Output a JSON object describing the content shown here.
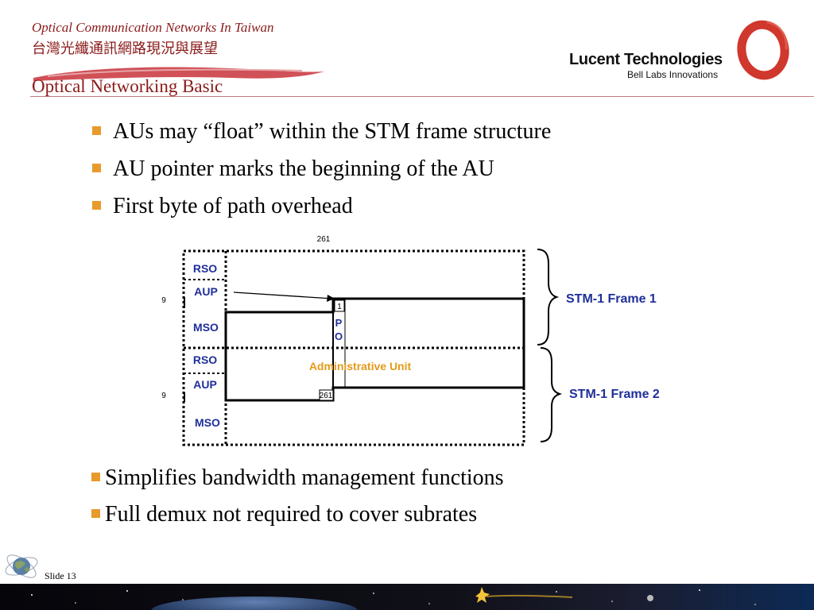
{
  "header": {
    "subtitle_en": "Optical Communication Networks In Taiwan",
    "subtitle_zh": "台灣光纖通訊網路現況與展望",
    "section_title": "Optical Networking Basic"
  },
  "logo": {
    "company": "Lucent Technologies",
    "tagline": "Bell Labs Innovations"
  },
  "bullets_top": [
    "AUs may “float” within the STM frame structure",
    "AU pointer marks the beginning of the AU",
    "First byte of path overhead"
  ],
  "diagram": {
    "col_count_label": "261",
    "row_count_label_1": "9",
    "row_count_label_2": "9",
    "rso_1": "RSO",
    "aup_1": "AUP",
    "mso_1": "MSO",
    "rso_2": "RSO",
    "aup_2": "AUP",
    "mso_2": "MSO",
    "first_byte": "1",
    "po_p": "P",
    "po_o": "O",
    "au_label": "Administrative Unit",
    "last_byte": "261",
    "frame1_label": "STM-1 Frame 1",
    "frame2_label": "STM-1 Frame 2"
  },
  "bullets_bottom": [
    "Simplifies bandwidth management functions",
    "Full demux not required to cover subrates"
  ],
  "footer": {
    "slide_label": "Slide 13"
  },
  "colors": {
    "header_red": "#8b1a1a",
    "bullet_orange": "#e89a2c",
    "label_blue": "#1f2f9a",
    "au_orange": "#e39a1a",
    "logo_red": "#d0372d"
  }
}
